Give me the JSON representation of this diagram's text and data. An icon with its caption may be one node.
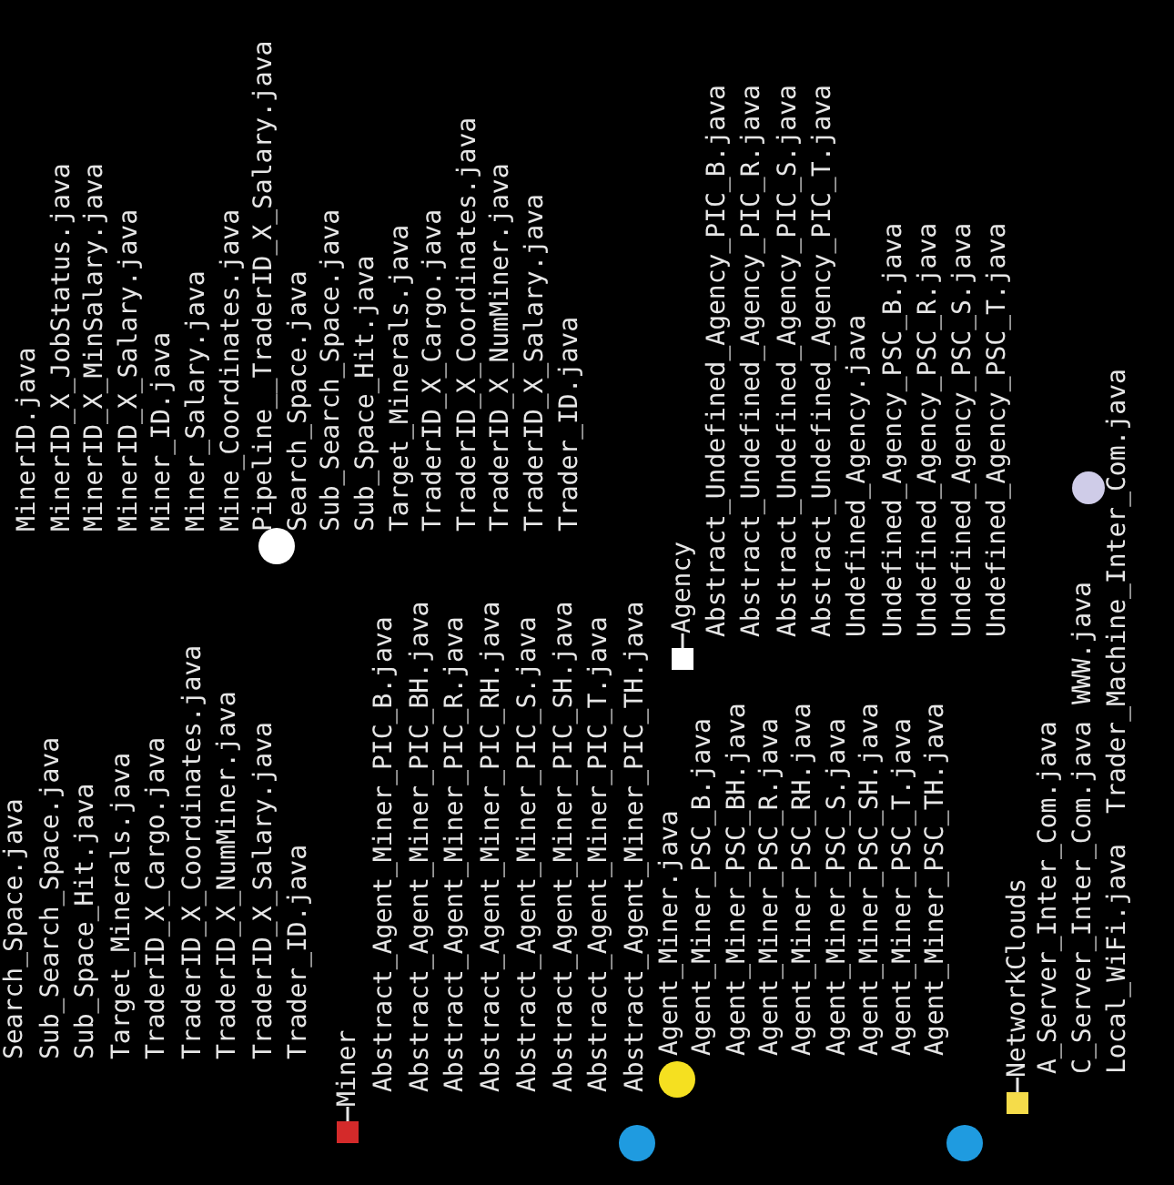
{
  "diagram": {
    "nodes": [
      {
        "text": [
          "Miner"
        ]
      },
      {
        "text": [
          "Agency"
        ]
      },
      {
        "text": [
          "NetworkClouds"
        ]
      }
    ],
    "labels": [
      "MinerID.java",
      "MinerID_X_JobStatus.java",
      "MinerID_X_MinSalary.java",
      "MinerID_X_Salary.java",
      "Miner_ID.java",
      "Miner_Salary.java",
      "Mine_Coordinates.java",
      "Pipeline__TraderID_X_Salary.java",
      "Search_Space.java",
      "Sub_Search_Space.java",
      "Sub_Space_Hit.java",
      "Target_Minerals.java",
      "TraderID_X_Cargo.java",
      "TraderID_X_Coordinates.java",
      "TraderID_X_NumMiner.java",
      "TraderID_X_Salary.java",
      "Trader_ID.java",
      "Search_Space.java",
      "Sub_Search_Space.java",
      "Sub_Space_Hit.java",
      "Target_Minerals.java",
      "TraderID_X_Cargo.java",
      "TraderID_X_Coordinates.java",
      "TraderID_X_NumMiner.java",
      "TraderID_X_Salary.java",
      "Trader_ID.java",
      "Abstract_Agent_Miner_PIC_B.java",
      "Abstract_Agent_Miner_PIC_BH.java",
      "Abstract_Agent_Miner_PIC_R.java",
      "Abstract_Agent_Miner_PIC_RH.java",
      "Abstract_Agent_Miner_PIC_S.java",
      "Abstract_Agent_Miner_PIC_SH.java",
      "Abstract_Agent_Miner_PIC_T.java",
      "Abstract_Agent_Miner_PIC_TH.java",
      "Agent_Miner.java",
      "Agent_Miner_PSC_B.java",
      "Agent_Miner_PSC_BH.java",
      "Agent_Miner_PSC_R.java",
      "Agent_Miner_PSC_RH.java",
      "Agent_Miner_PSC_S.java",
      "Agent_Miner_PSC_SH.java",
      "Agent_Miner_PSC_T.java",
      "Agent_Miner_PSC_TH.java",
      "Abstract_Undefined_Agency_PIC_B.java",
      "Abstract_Undefined_Agency_PIC_R.java",
      "Abstract_Undefined_Agency_PIC_S.java",
      "Abstract_Undefined_Agency_PIC_T.java",
      "Undefined_Agency.java",
      "Undefined_Agency_PSC_B.java",
      "Undefined_Agency_PSC_R.java",
      "Undefined_Agency_PSC_S.java",
      "Undefined_Agency_PSC_T.java",
      "A_Server_Inter_Com.java",
      "C_Server_Inter_Com.java",
      "Local_WiFi.java",
      "WWW.java",
      "Trader_Machine_Inter_Com.java"
    ]
  }
}
